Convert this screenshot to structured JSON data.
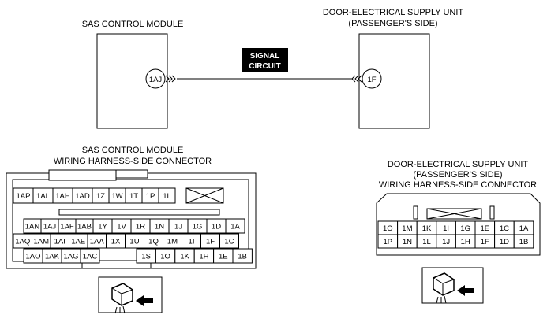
{
  "wiring": {
    "left_module": {
      "title": "SAS CONTROL MODULE",
      "terminal": "1AJ"
    },
    "right_module": {
      "title_line1": "DOOR-ELECTRICAL SUPPLY UNIT",
      "title_line2": "(PASSENGER'S SIDE)",
      "terminal": "1F"
    },
    "signal_label_line1": "SIGNAL",
    "signal_label_line2": "CIRCUIT"
  },
  "sas_connector": {
    "title_line1": "SAS CONTROL MODULE",
    "title_line2": "WIRING HARNESS-SIDE CONNECTOR",
    "row1": [
      "1AP",
      "1AL",
      "1AH",
      "1AD",
      "1Z",
      "1W",
      "1T",
      "1P",
      "1L"
    ],
    "row2": [
      "1AN",
      "1AJ",
      "1AF",
      "1AB",
      "1Y",
      "1V",
      "1R",
      "1N",
      "1J",
      "1G",
      "1D",
      "1A"
    ],
    "row3": [
      "1AQ",
      "1AM",
      "1AI",
      "1AE",
      "1AA",
      "1X",
      "1U",
      "1Q",
      "1M",
      "1I",
      "1F",
      "1C"
    ],
    "row4a": [
      "1AO",
      "1AK",
      "1AG",
      "1AC"
    ],
    "row4b": [
      "1S",
      "1O",
      "1K",
      "1H",
      "1E",
      "1B"
    ]
  },
  "door_connector": {
    "title_line1": "DOOR-ELECTRICAL SUPPLY UNIT",
    "title_line2": "(PASSENGER'S SIDE)",
    "title_line3": "WIRING HARNESS-SIDE CONNECTOR",
    "row1": [
      "1O",
      "1M",
      "1K",
      "1I",
      "1G",
      "1E",
      "1C",
      "1A"
    ],
    "row2": [
      "1P",
      "1N",
      "1L",
      "1J",
      "1H",
      "1F",
      "1D",
      "1B"
    ]
  }
}
